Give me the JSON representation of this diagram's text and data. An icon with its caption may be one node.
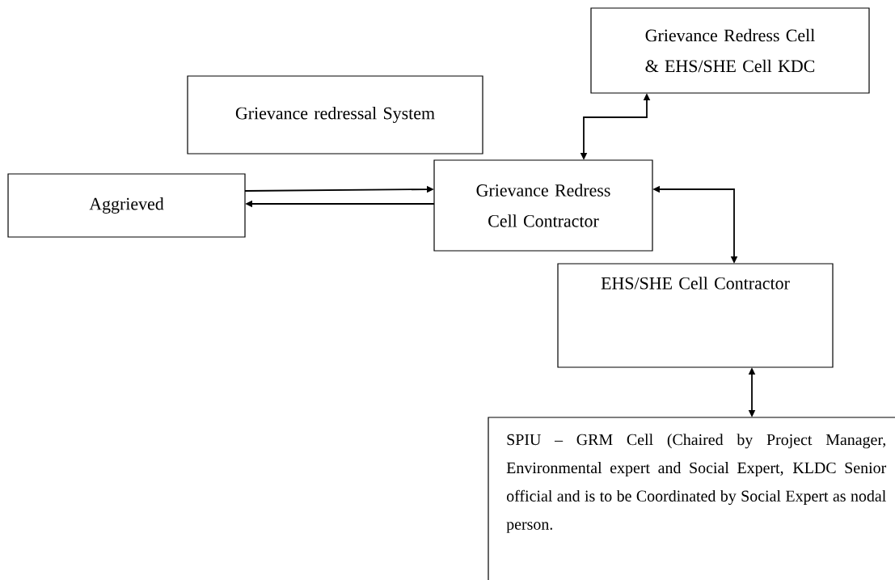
{
  "diagram": {
    "nodes": [
      {
        "text": [
          "Grievance Redress Cell & EHS/SHE Cell KDC"
        ]
      },
      {
        "text": [
          "Grievance redressal System"
        ]
      },
      {
        "text": [
          "Aggrieved"
        ]
      },
      {
        "text": [
          "Grievance Redress Cell Contractor"
        ]
      },
      {
        "text": [
          "EHS/SHE Cell Contractor"
        ]
      },
      {
        "text": [
          "SPIU – GRM Cell (Chaired by Project Manager, Environmental expert and Social Expert, KLDC Senior official and is to be Coordinated by Social Expert as nodal person."
        ]
      }
    ],
    "edges": [
      {
        "from": 2,
        "to": 3,
        "arrow": "to"
      },
      {
        "from": 3,
        "to": 2,
        "arrow": "to"
      },
      {
        "from": 3,
        "to": 0,
        "arrow": "both"
      },
      {
        "from": 3,
        "to": 4,
        "arrow": "both"
      },
      {
        "from": 4,
        "to": 5,
        "arrow": "both"
      }
    ]
  }
}
